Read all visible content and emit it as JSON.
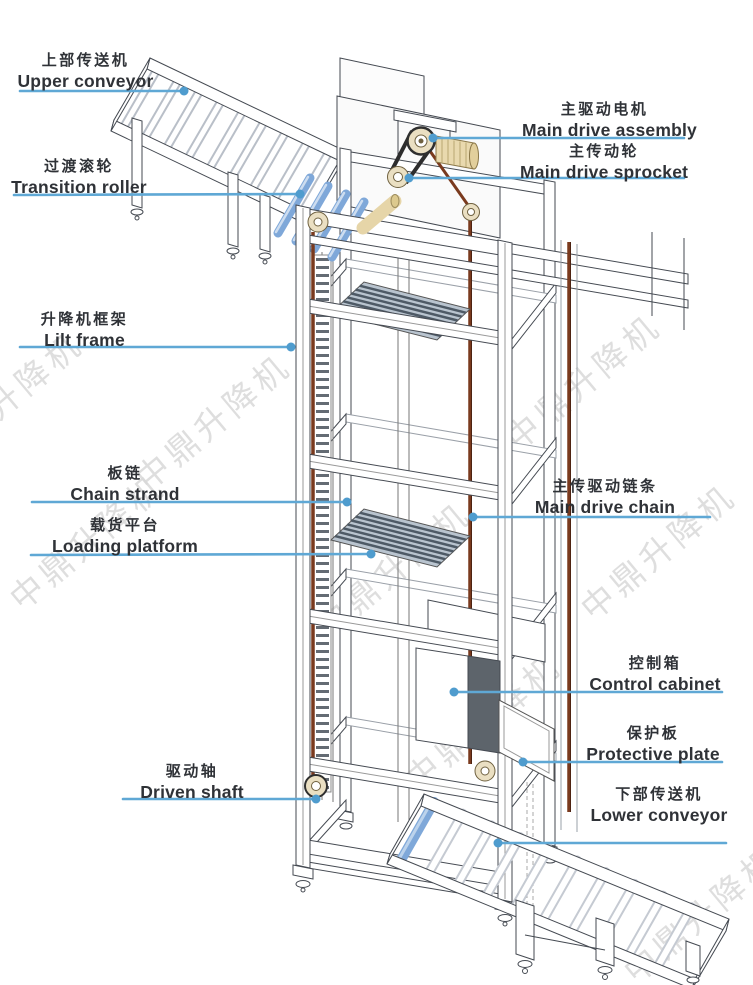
{
  "diagram": {
    "watermark": "中鼎升降机",
    "colors": {
      "leader_line": "#5fa8d5",
      "leader_dot": "#4f9cce",
      "chain_brown": "#7a3a1e",
      "roller_blue": "#7fa8d9",
      "machinery_tan": "#eadfc2",
      "line_art": "#454a52",
      "label_text": "#2f3237",
      "watermark_gray": "#d9d9d9"
    },
    "labels": [
      {
        "id": "upper-conveyor",
        "zh": "上部传送机",
        "en": "Upper conveyor"
      },
      {
        "id": "transition-roller",
        "zh": "过渡滚轮",
        "en": "Transition roller"
      },
      {
        "id": "main-drive-assembly",
        "zh": "主驱动电机",
        "en": "Main drive assembly"
      },
      {
        "id": "main-drive-sprocket",
        "zh": "主传动轮",
        "en": "Main drive sprocket"
      },
      {
        "id": "lift-frame",
        "zh": "升降机框架",
        "en": "Lilt frame"
      },
      {
        "id": "chain-strand",
        "zh": "板链",
        "en": "Chain strand"
      },
      {
        "id": "loading-platform",
        "zh": "载货平台",
        "en": "Loading platform"
      },
      {
        "id": "main-drive-chain",
        "zh": "主传驱动链条",
        "en": "Main drive chain"
      },
      {
        "id": "control-cabinet",
        "zh": "控制箱",
        "en": "Control cabinet"
      },
      {
        "id": "protective-plate",
        "zh": "保护板",
        "en": "Protective plate"
      },
      {
        "id": "driven-shaft",
        "zh": "驱动轴",
        "en": "Driven shaft"
      },
      {
        "id": "lower-conveyor",
        "zh": "下部传送机",
        "en": "Lower conveyor"
      }
    ]
  }
}
